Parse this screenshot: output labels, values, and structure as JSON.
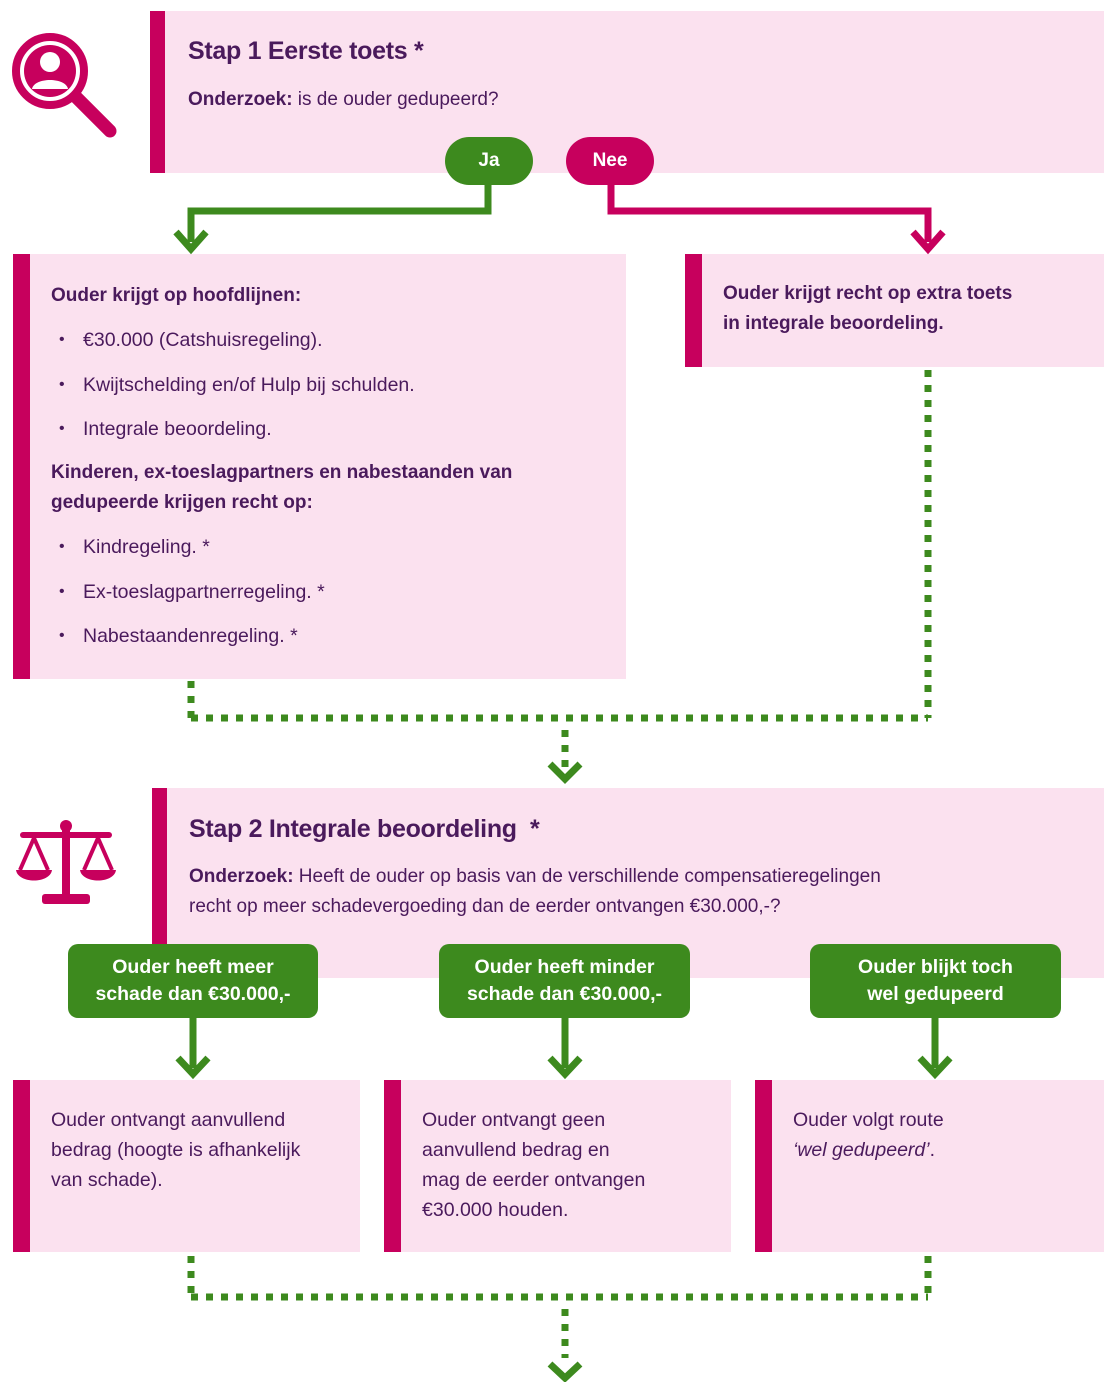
{
  "step1": {
    "title": "Stap 1 Eerste toets *",
    "question_label": "Onderzoek:",
    "question_text": " is de ouder gedupeerd?",
    "yes_label": "Ja",
    "no_label": "Nee"
  },
  "yes_box": {
    "heading": "Ouder krijgt op hoofdlijnen:",
    "items": [
      "€30.000 (Catshuisregeling).",
      "Kwijtschelding en/of Hulp bij schulden.",
      "Integrale beoordeling."
    ],
    "heading2_line1": "Kinderen, ex-toeslagpartners en nabestaanden van",
    "heading2_line2": "gedupeerde krijgen recht op:",
    "items2": [
      "Kindregeling. *",
      "Ex-toeslagpartnerregeling. *",
      "Nabestaandenregeling. *"
    ]
  },
  "no_box": {
    "line1": "Ouder krijgt recht op extra toets",
    "line2": "in integrale beoordeling."
  },
  "step2": {
    "title": "Stap 2 Integrale beoordeling  *",
    "question_label": "Onderzoek:",
    "question_line1": " Heeft de ouder op basis van de verschillende compensatieregelingen",
    "question_line2": "recht op meer schadevergoeding dan de eerder ontvangen €30.000,-?"
  },
  "outcomes": [
    {
      "label_line1": "Ouder heeft meer",
      "label_line2": "schade dan €30.000,-",
      "text_lines": [
        "Ouder ontvangt aanvullend",
        "bedrag (hoogte is afhankelijk",
        "van schade)."
      ]
    },
    {
      "label_line1": "Ouder heeft minder",
      "label_line2": "schade dan €30.000,-",
      "text_lines": [
        "Ouder ontvangt geen",
        "aanvullend bedrag en",
        "mag de eerder ontvangen",
        "€30.000 houden."
      ]
    },
    {
      "label_line1": "Ouder blijkt toch",
      "label_line2": "wel gedupeerd",
      "text_line1": "Ouder volgt route",
      "text_italic": "‘wel gedupeerd’",
      "text_end": "."
    }
  ],
  "icons": {
    "step1": "magnifier-person-icon",
    "step2": "scales-icon"
  },
  "colors": {
    "pink": "#fbe1ef",
    "magenta": "#c7005d",
    "green": "#3d8a1e",
    "text": "#4a1a5c"
  }
}
